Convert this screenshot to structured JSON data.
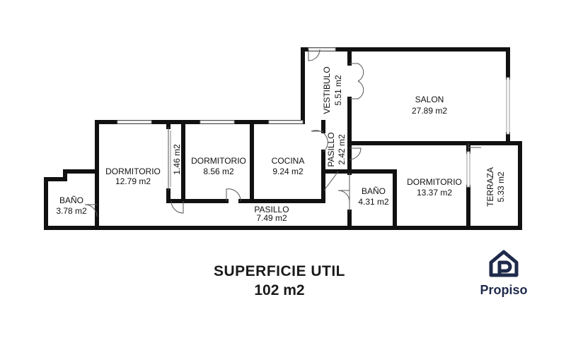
{
  "rooms": [
    {
      "id": "vestibulo",
      "name": "VESTIBULO",
      "area": "5.51 m2"
    },
    {
      "id": "salon",
      "name": "SALON",
      "area": "27.89 m2"
    },
    {
      "id": "pasillo-small",
      "name": "PASILLO",
      "area": "2.42 m2"
    },
    {
      "id": "dormitorio-1",
      "name": "DORMITORIO",
      "area": "12.79 m2"
    },
    {
      "id": "closet",
      "name": "",
      "area": "1.46 m2"
    },
    {
      "id": "dormitorio-2",
      "name": "DORMITORIO",
      "area": "8.56 m2"
    },
    {
      "id": "cocina",
      "name": "COCINA",
      "area": "9.24 m2"
    },
    {
      "id": "bano-1",
      "name": "BAÑO",
      "area": "3.78 m2"
    },
    {
      "id": "bano-2",
      "name": "BAÑO",
      "area": "4.31 m2"
    },
    {
      "id": "dormitorio-3",
      "name": "DORMITORIO",
      "area": "13.37 m2"
    },
    {
      "id": "terraza",
      "name": "TERRAZA",
      "area": "5.33 m2"
    },
    {
      "id": "pasillo-main",
      "name": "PASILLO",
      "area": "7.49 m2"
    }
  ],
  "summary": {
    "line1": "SUPERFICIE UTIL",
    "line2": "102 m2"
  },
  "brand": {
    "name": "Propiso",
    "icon": "house-p-logo-icon",
    "color": "#1e2a4a"
  },
  "colors": {
    "wall": "#111111",
    "window": "#bdbdbd",
    "door": "#555555"
  }
}
